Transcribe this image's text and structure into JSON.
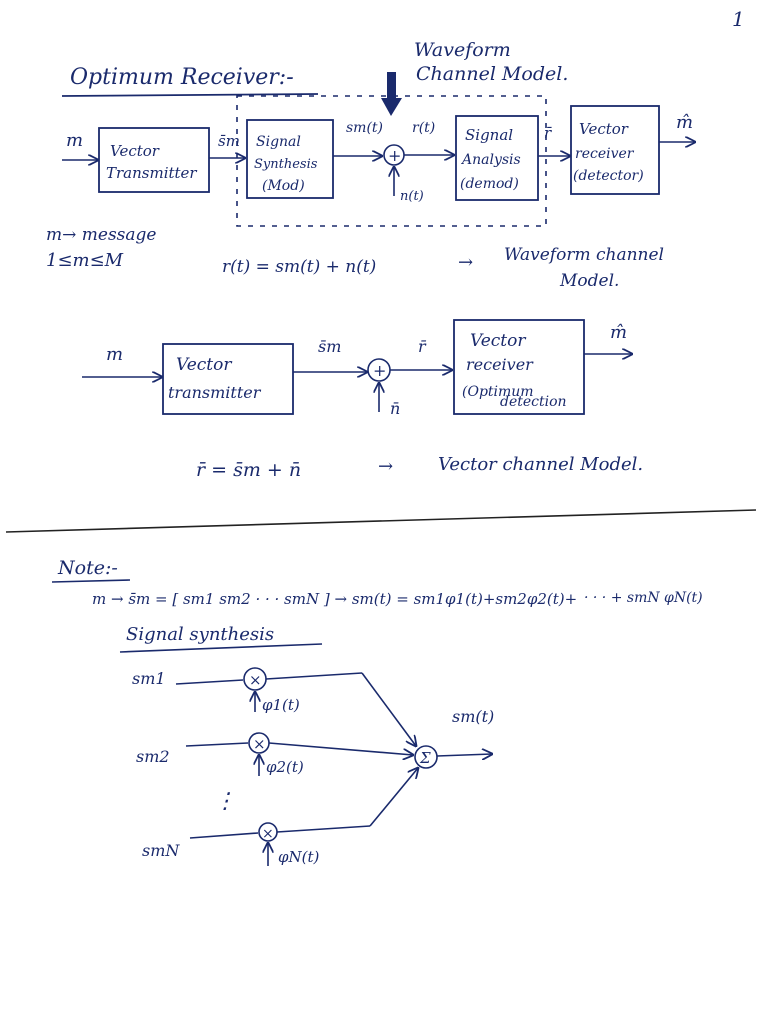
{
  "page_number": "1",
  "section1": {
    "title": "Optimum Receiver:-",
    "annotation_line1": "Waveform",
    "annotation_line2": "Channel Model.",
    "input_label": "m",
    "output_label": "m̂",
    "block_vector_transmitter_1": "Vector",
    "block_vector_transmitter_2": "Transmitter",
    "sm_bar_label": "s̄m",
    "block_signal_synthesis_1": "Signal",
    "block_signal_synthesis_2": "Synthesis",
    "block_signal_synthesis_3": "(Mod)",
    "smt_label": "sm(t)",
    "rt_label": "r(t)",
    "adder_symbol": "+",
    "noise_label": "n(t)",
    "block_signal_analysis_1": "Signal",
    "block_signal_analysis_2": "Analysis",
    "block_signal_analysis_3": "(demod)",
    "r_bar_label": "r̄",
    "block_vector_receiver_1": "Vector",
    "block_vector_receiver_2": "receiver",
    "block_vector_receiver_3": "(detector)",
    "note_message": "m→ message",
    "note_range": "1≤m≤M",
    "equation": "r(t) = sm(t) + n(t)",
    "equation_arrow": "→",
    "equation_note_1": "Waveform   channel",
    "equation_note_2": "Model."
  },
  "section2": {
    "input_label": "m",
    "output_label": "m̂",
    "block_vector_transmitter_1": "Vector",
    "block_vector_transmitter_2": "transmitter",
    "sm_bar_label": "s̄m",
    "adder_symbol": "+",
    "noise_label": "n̄",
    "r_bar_label": "r̄",
    "block_vector_receiver_1": "Vector",
    "block_vector_receiver_2": "receiver",
    "block_vector_receiver_3": "(Optimum",
    "block_vector_receiver_4": "detection",
    "equation": "r̄  =  s̄m + n̄",
    "equation_arrow": "→",
    "equation_note": "Vector  channel  Model."
  },
  "section3": {
    "note_title": "Note:-",
    "vector_eq": "m  →  s̄m  =  [ sm1   sm2  · · ·  smN ] → sm(t) = sm1φ1(t)+sm2φ2(t)+",
    "vector_eq_cont": "· · ·  + smN φN(t)",
    "subtitle": "Signal  synthesis",
    "input1": "sm1",
    "input2": "sm2",
    "inputN": "smN",
    "mult_symbol": "×",
    "phi1": "φ1(t)",
    "phi2": "φ2(t)",
    "phiN": "φN(t)",
    "sum_symbol": "Σ",
    "output": "sm(t)",
    "vdots": "⋮"
  },
  "colors": {
    "ink": "#1a2a6c",
    "divider": "#222222"
  }
}
